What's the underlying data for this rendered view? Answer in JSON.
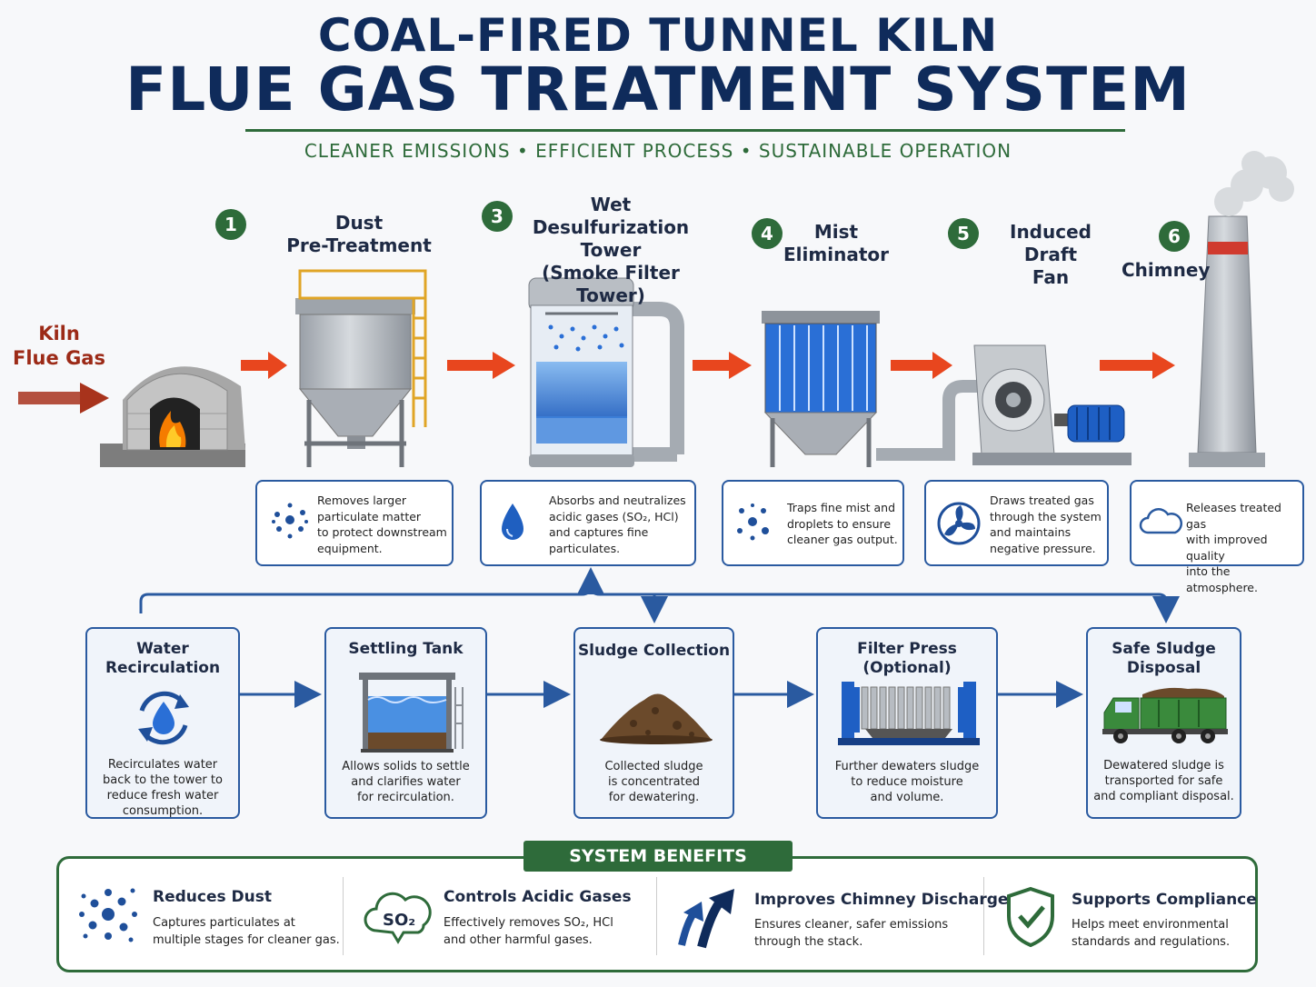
{
  "header": {
    "title_line1": "COAL-FIRED TUNNEL KILN",
    "title_line2": "FLUE GAS TREATMENT SYSTEM",
    "tagline": "CLEANER EMISSIONS  •  EFFICIENT PROCESS  •  SUSTAINABLE OPERATION"
  },
  "inlet": {
    "line1": "Kiln",
    "line2": "Flue Gas"
  },
  "steps": [
    {
      "num": "1",
      "title1": "Dust",
      "title2": "Pre-Treatment",
      "title3": "",
      "desc": [
        "Removes larger",
        "particulate matter",
        "to protect downstream",
        "equipment."
      ]
    },
    {
      "num": "3",
      "title1": "Wet Desulfurization",
      "title2": "Tower",
      "title3": "(Smoke Filter Tower)",
      "desc": [
        "Absorbs and neutralizes",
        "acidic gases (SO₂, HCl)",
        "and captures fine",
        "particulates."
      ]
    },
    {
      "num": "4",
      "title1": "Mist",
      "title2": "Eliminator",
      "title3": "",
      "desc": [
        "Traps fine mist and",
        "droplets to ensure",
        "cleaner gas output."
      ]
    },
    {
      "num": "5",
      "title1": "Induced Draft",
      "title2": "Fan",
      "title3": "",
      "desc": [
        "Draws treated gas",
        "through the system",
        "and maintains",
        "negative pressure."
      ]
    },
    {
      "num": "6",
      "title1": "Chimney",
      "title2": "",
      "title3": "",
      "desc": [
        "Releases treated gas",
        "with improved quality",
        "into the atmosphere."
      ]
    }
  ],
  "process": [
    {
      "title1": "Water",
      "title2": "Recirculation",
      "desc": [
        "Recirculates water",
        "back to the tower to",
        "reduce fresh water",
        "consumption."
      ]
    },
    {
      "title1": "Settling Tank",
      "title2": "",
      "desc": [
        "Allows solids to settle",
        "and clarifies water",
        "for recirculation."
      ]
    },
    {
      "title1": "Sludge Collection",
      "title2": "",
      "desc": [
        "Collected sludge",
        "is concentrated",
        "for dewatering."
      ]
    },
    {
      "title1": "Filter Press",
      "title2": "(Optional)",
      "desc": [
        "Further dewaters sludge",
        "to reduce moisture",
        "and volume."
      ]
    },
    {
      "title1": "Safe Sludge",
      "title2": "Disposal",
      "desc": [
        "Dewatered sludge is",
        "transported for safe",
        "and compliant disposal."
      ]
    }
  ],
  "benefits": {
    "heading": "SYSTEM BENEFITS",
    "so2_label": "SO₂",
    "items": [
      {
        "title": "Reduces Dust",
        "desc": [
          "Captures particulates at",
          "multiple stages for cleaner gas."
        ]
      },
      {
        "title": "Controls Acidic Gases",
        "desc": [
          "Effectively removes SO₂, HCl",
          "and other harmful gases."
        ]
      },
      {
        "title": "Improves Chimney Discharge",
        "desc": [
          "Ensures cleaner, safer emissions",
          "through the stack."
        ]
      },
      {
        "title": "Supports Compliance",
        "desc": [
          "Helps meet environmental",
          "standards and regulations."
        ]
      }
    ]
  },
  "colors": {
    "navy": "#0f2b5b",
    "green": "#2e6b3a",
    "blue": "#2a5aa0",
    "arrow": "#e8461e",
    "kiln_red": "#9c2a17"
  },
  "icons": [
    "kiln-icon",
    "flame-icon",
    "dust-collector-icon",
    "scrubber-tower-icon",
    "mist-eliminator-icon",
    "fan-icon",
    "motor-icon",
    "chimney-icon",
    "smoke-icon",
    "particles-icon",
    "water-drop-icon",
    "cloud-icon",
    "recirculation-icon",
    "settling-tank-icon",
    "sludge-pile-icon",
    "filter-press-icon",
    "truck-icon",
    "so2-cloud-icon",
    "up-arrows-icon",
    "shield-check-icon"
  ]
}
